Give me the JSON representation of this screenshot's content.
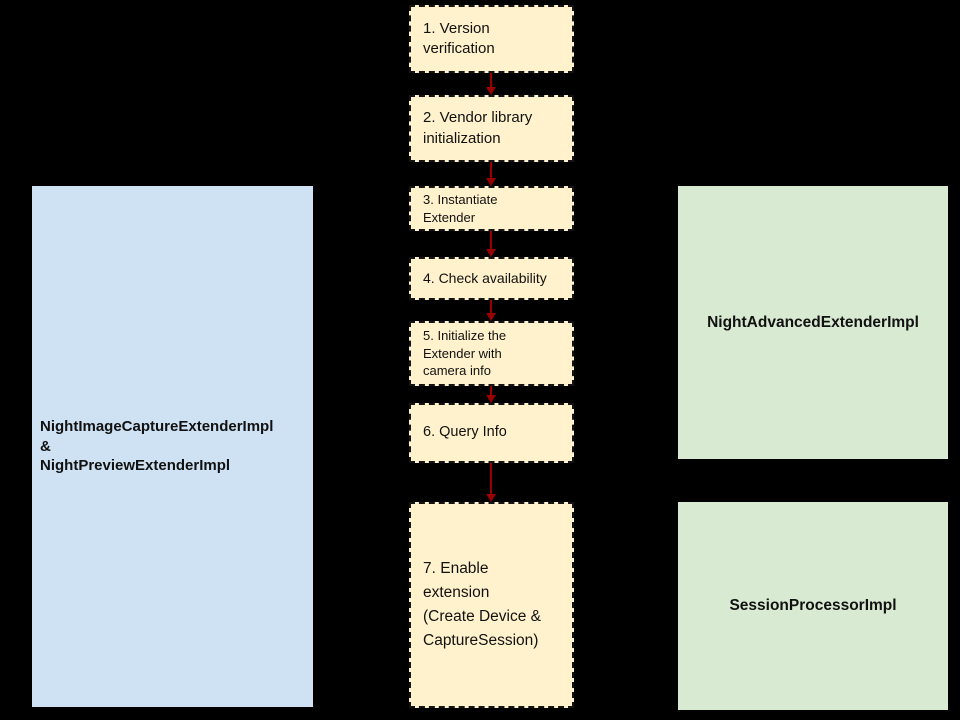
{
  "diagram": {
    "description_colors": {
      "background": "#000000",
      "step_fill": "#fff2cc",
      "step_border": "#141414",
      "left_panel_fill": "#cfe2f3",
      "right_panel_fill": "#d9ead3",
      "arrow": "#990000",
      "text": "#111111"
    },
    "steps": [
      {
        "label": "1. Version\nverification"
      },
      {
        "label": "2. Vendor library\ninitialization"
      },
      {
        "label": "3. Instantiate\nExtender"
      },
      {
        "label": "4. Check availability"
      },
      {
        "label": "5. Initialize the\nExtender with\ncamera info"
      },
      {
        "label": "6. Query Info"
      },
      {
        "label": "7. Enable\nextension\n(Create Device &\nCaptureSession)"
      }
    ],
    "left_panel": {
      "label": "NightImageCaptureExtenderImpl\n&\nNightPreviewExtenderImpl"
    },
    "right_panels": [
      {
        "label": "NightAdvancedExtenderImpl"
      },
      {
        "label": "SessionProcessorImpl"
      }
    ]
  }
}
